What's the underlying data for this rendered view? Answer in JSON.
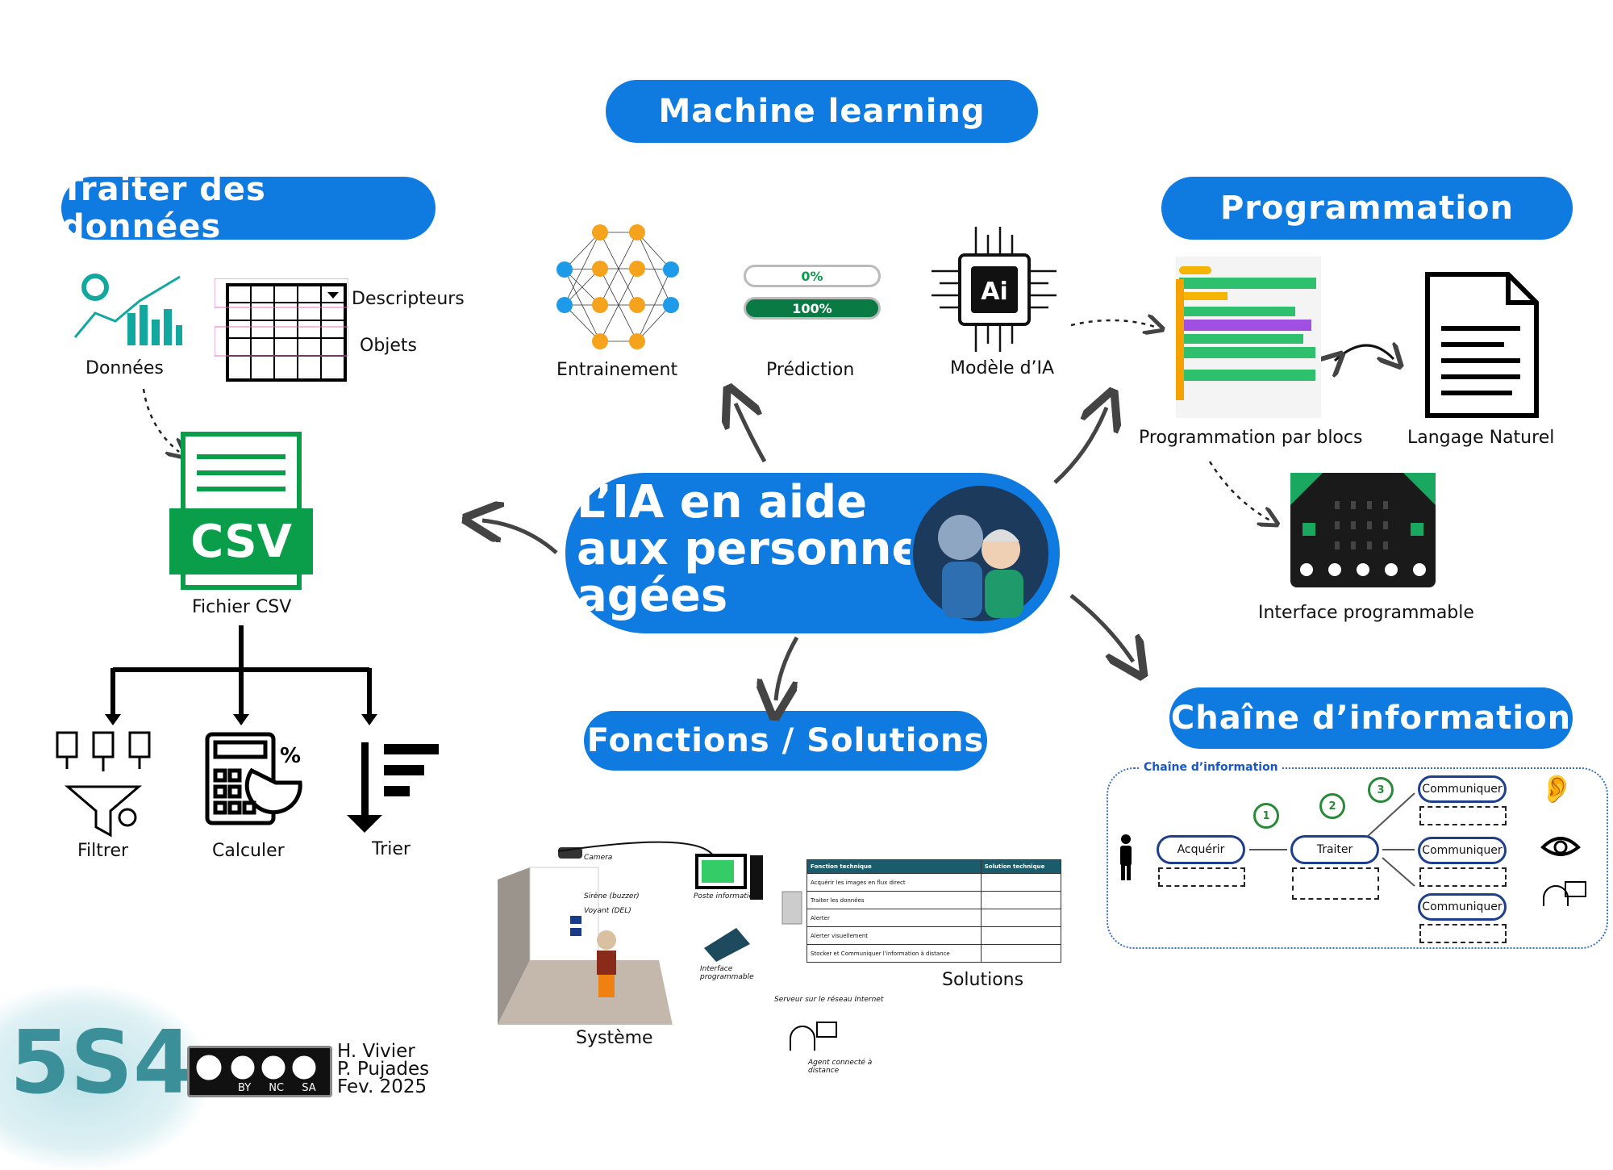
{
  "headers": {
    "machine_learning": "Machine learning",
    "traiter": "Traiter des données",
    "programmation": "Programmation",
    "fonctions": "Fonctions / Solutions",
    "chaine": "Chaîne d’information"
  },
  "center": {
    "line1": "L’IA en aide",
    "line2": "aux personnes",
    "line3": "agées"
  },
  "data_section": {
    "donnees": "Données",
    "descripteurs": "Descripteurs",
    "objets": "Objets",
    "csv": "CSV",
    "fichier_csv": "Fichier CSV",
    "filtrer": "Filtrer",
    "calculer": "Calculer",
    "trier": "Trier"
  },
  "ml_section": {
    "entrainement": "Entrainement",
    "prediction": "Prédiction",
    "modele": "Modèle d’IA",
    "progress_low": "0%",
    "progress_high": "100%",
    "chip_label": "Ai",
    "progress_values": [
      0,
      100
    ]
  },
  "prog_section": {
    "blocs": "Programmation par blocs",
    "langage": "Langage Naturel",
    "interface": "Interface programmable"
  },
  "chain_section": {
    "title": "Chaîne d’information",
    "acquerir": "Acquérir",
    "traiter": "Traiter",
    "communiquer": "Communiquer",
    "steps": [
      "1",
      "2",
      "3"
    ]
  },
  "solutions_section": {
    "systeme": "Système",
    "solutions": "Solutions",
    "camera": "Camera",
    "sirene": "Sirène (buzzer)",
    "voyant": "Voyant (DEL)",
    "poste": "Poste informatique",
    "interface": "Interface programmable",
    "serveur": "Serveur sur le réseau Internet",
    "agent": "Agent connecté à distance",
    "table_headers": [
      "Fonction technique",
      "Solution technique"
    ],
    "table_rows": [
      "Acquérir les images en flux direct",
      "Traiter les données",
      "Alerter",
      "Alerter visuellement",
      "Stocker et Communiquer l’information à distance"
    ]
  },
  "footer": {
    "code": "5S4",
    "license": "BY NC SA",
    "author1": "H. Vivier",
    "author2": "P. Pujades",
    "date": "Fev. 2025"
  },
  "colors": {
    "accent": "#0f7ae0",
    "csv_green": "#0a9e4a",
    "teal": "#3a8f98",
    "chain_blue": "#1e3f8c"
  }
}
